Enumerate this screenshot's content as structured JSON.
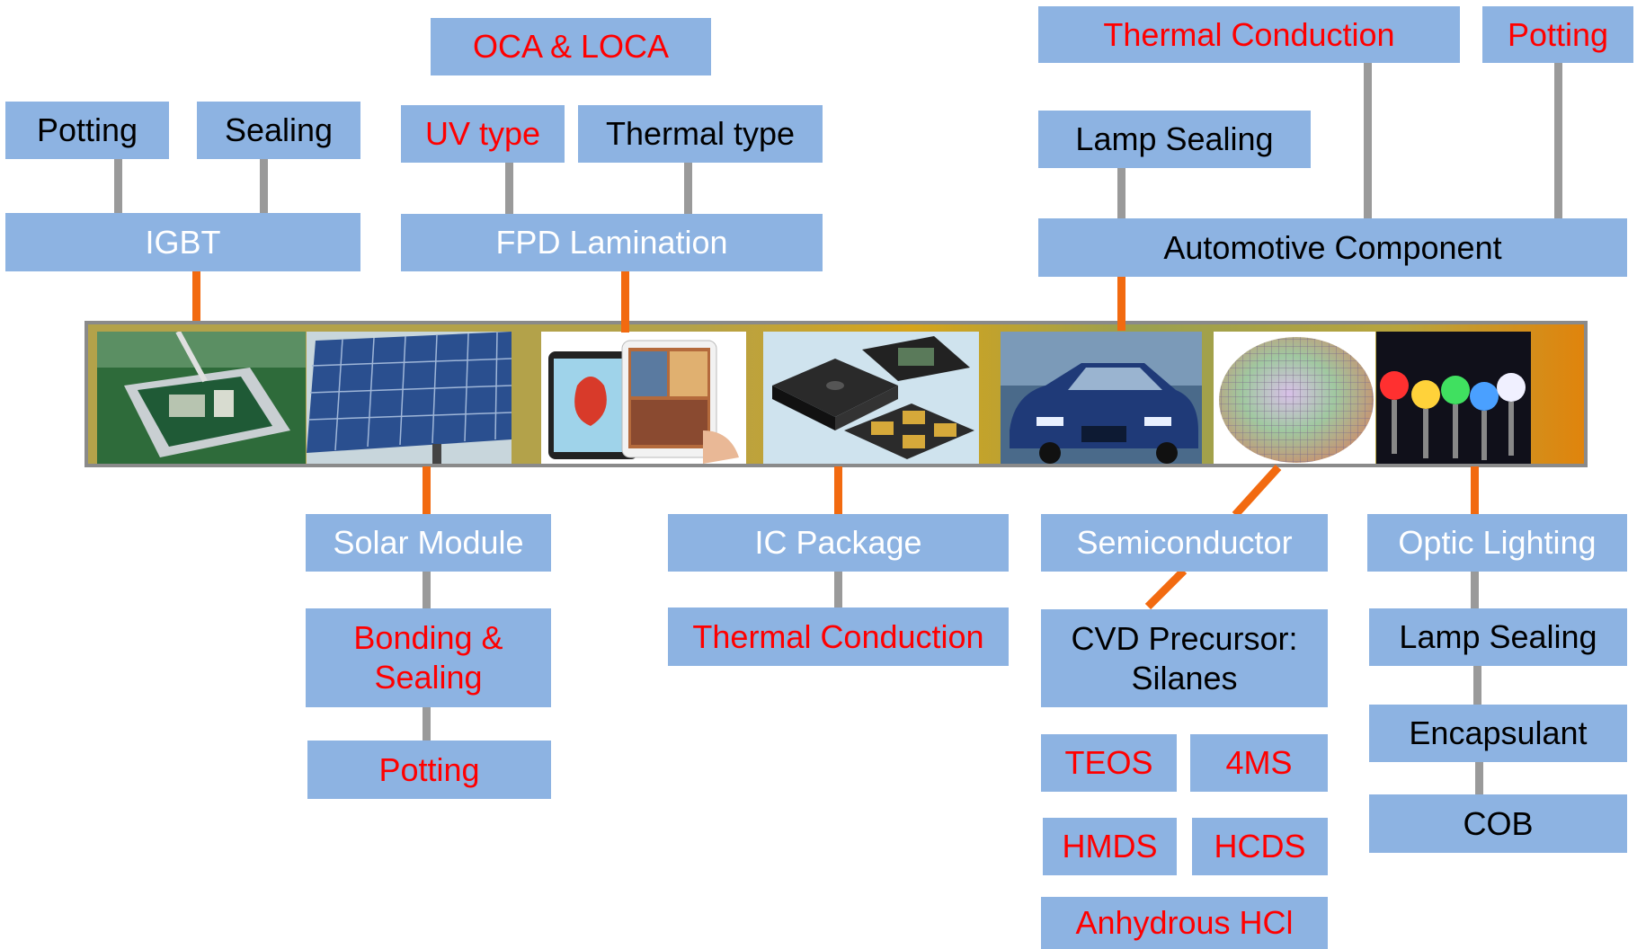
{
  "title_boxes": {
    "igbt": "IGBT",
    "fpd": "FPD Lamination",
    "auto": "Automotive Component",
    "solar": "Solar Module",
    "ic": "IC Package",
    "semi": "Semiconductor",
    "optic": "Optic Lighting"
  },
  "igbt_children": [
    "Potting",
    "Sealing"
  ],
  "fpd_children": {
    "top": "OCA & LOCA",
    "uv": "UV type",
    "thermal": "Thermal type"
  },
  "auto_children": {
    "lamp": "Lamp Sealing",
    "thermal": "Thermal Conduction",
    "potting": "Potting"
  },
  "solar_children": {
    "bonding_line1": "Bonding &",
    "bonding_line2": "Sealing",
    "potting": "Potting"
  },
  "ic_children": {
    "thermal": "Thermal Conduction"
  },
  "semi_children": {
    "cvd_line1": "CVD Precursor:",
    "cvd_line2": "Silanes",
    "items": [
      "TEOS",
      "4MS",
      "HMDS",
      "HCDS",
      "Anhydrous HCl"
    ]
  },
  "optic_children": [
    "Lamp Sealing",
    "Encapsulant",
    "COB"
  ],
  "images": [
    "igbt-module-photo",
    "solar-panel-photo",
    "tablet-photo",
    "ic-package-photo",
    "car-photo",
    "wafer-photo",
    "led-photo"
  ],
  "colors": {
    "box": "#8db3e2",
    "red_text": "#ff0000",
    "gray_connector": "#9a9a9a",
    "orange_connector": "#f26a10"
  }
}
